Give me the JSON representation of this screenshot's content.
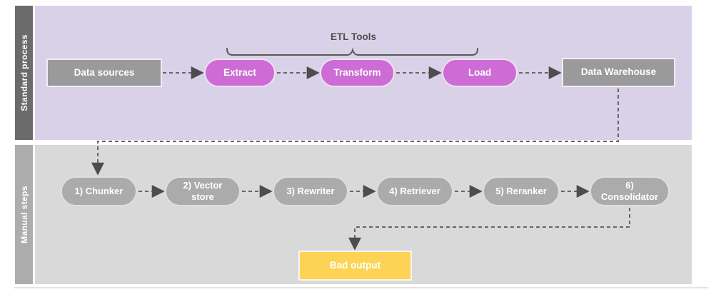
{
  "lanes": {
    "standard": {
      "label": "Standard process"
    },
    "manual": {
      "label": "Manual steps"
    }
  },
  "annotation": {
    "etl_tools_label": "ETL Tools"
  },
  "nodes": {
    "data_sources": {
      "label": "Data sources",
      "shape": "rect",
      "lane": "standard"
    },
    "extract": {
      "label": "Extract",
      "shape": "pill",
      "lane": "standard"
    },
    "transform": {
      "label": "Transform",
      "shape": "pill",
      "lane": "standard"
    },
    "load": {
      "label": "Load",
      "shape": "pill",
      "lane": "standard"
    },
    "data_warehouse": {
      "label": "Data Warehouse",
      "shape": "rect",
      "lane": "standard"
    },
    "chunker": {
      "label": "1) Chunker",
      "shape": "pill",
      "lane": "manual"
    },
    "vector_store": {
      "label": "2) Vector store",
      "shape": "pill",
      "lane": "manual"
    },
    "rewriter": {
      "label": "3) Rewriter",
      "shape": "pill",
      "lane": "manual"
    },
    "retriever": {
      "label": "4) Retriever",
      "shape": "pill",
      "lane": "manual"
    },
    "reranker": {
      "label": "5) Reranker",
      "shape": "pill",
      "lane": "manual"
    },
    "consolidator": {
      "label": "6) Consolidator",
      "shape": "pill",
      "lane": "manual"
    },
    "bad_output": {
      "label": "Bad output",
      "shape": "rect",
      "lane": "manual"
    }
  },
  "edges": [
    {
      "from": "data_sources",
      "to": "extract",
      "style": "dashed-arrow"
    },
    {
      "from": "extract",
      "to": "transform",
      "style": "dashed-arrow"
    },
    {
      "from": "transform",
      "to": "load",
      "style": "dashed-arrow"
    },
    {
      "from": "load",
      "to": "data_warehouse",
      "style": "dashed-arrow"
    },
    {
      "from": "data_warehouse",
      "to": "chunker",
      "style": "dashed-arrow"
    },
    {
      "from": "chunker",
      "to": "vector_store",
      "style": "dashed-arrow"
    },
    {
      "from": "vector_store",
      "to": "rewriter",
      "style": "dashed-arrow"
    },
    {
      "from": "rewriter",
      "to": "retriever",
      "style": "dashed-arrow"
    },
    {
      "from": "retriever",
      "to": "reranker",
      "style": "dashed-arrow"
    },
    {
      "from": "reranker",
      "to": "consolidator",
      "style": "dashed-arrow"
    },
    {
      "from": "consolidator",
      "to": "bad_output",
      "style": "dashed-arrow"
    }
  ],
  "colors": {
    "standard_lane_bg": "#d8d1e8",
    "standard_lane_label_bg": "#6b6b6b",
    "manual_lane_bg": "#d9d9d9",
    "manual_lane_label_bg": "#adadad",
    "etl_pill": "#cd6cd4",
    "gray_node": "#9a9a9a",
    "manual_pill": "#ababab",
    "bad_output_fill": "#fcd355",
    "connector": "#666666",
    "node_text": "#ffffff",
    "annotation_text": "#4f4f4f"
  }
}
